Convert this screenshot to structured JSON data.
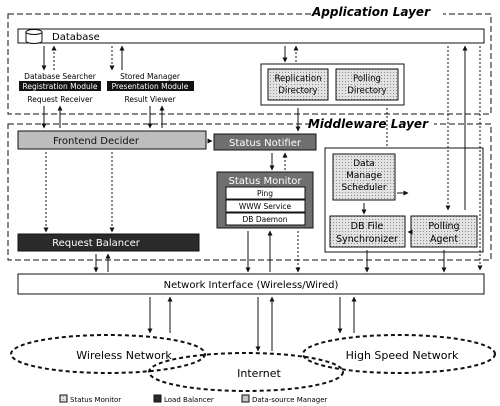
{
  "layers": {
    "application": "Application Layer",
    "middleware": "Middleware Layer"
  },
  "app": {
    "database": "Database",
    "db_searcher": "Database Searcher",
    "registration_module": "Registration Module",
    "request_receiver": "Request Receiver",
    "stored_manager": "Stored Manager",
    "presentation_module": "Presentation Module",
    "result_viewer": "Result Viewer",
    "replication_directory": [
      "Replication",
      "Directory"
    ],
    "polling_directory": [
      "Polling",
      "Directory"
    ]
  },
  "middleware": {
    "frontend_decider": "Frontend Decider",
    "status_notifier": "Status Notifier",
    "status_monitor": "Status Monitor",
    "monitor_items": [
      "Ping",
      "WWW Service",
      "DB Daemon"
    ],
    "data_manage_scheduler": [
      "Data",
      "Manage",
      "Scheduler"
    ],
    "db_file_synchronizer": [
      "DB File",
      "Synchronizer"
    ],
    "polling_agent": [
      "Polling",
      "Agent"
    ],
    "request_balancer": "Request Balancer"
  },
  "network": {
    "interface": "Network Interface (Wireless/Wired)",
    "wireless": "Wireless Network",
    "internet": "Internet",
    "high_speed": "High Speed Network"
  },
  "legend": [
    {
      "label": "Status Monitor",
      "swatch": "#8a8a8a"
    },
    {
      "label": "Load Balancer",
      "swatch": "#2a2a2a"
    },
    {
      "label": "Data-source Manager",
      "swatch": "#c4c4c4"
    }
  ],
  "colors": {
    "status_monitor": "#6f6f6f",
    "load_balancer": "#2a2a2a",
    "data_source": "#c8c8c8",
    "frontend": "#bdbdbd"
  }
}
